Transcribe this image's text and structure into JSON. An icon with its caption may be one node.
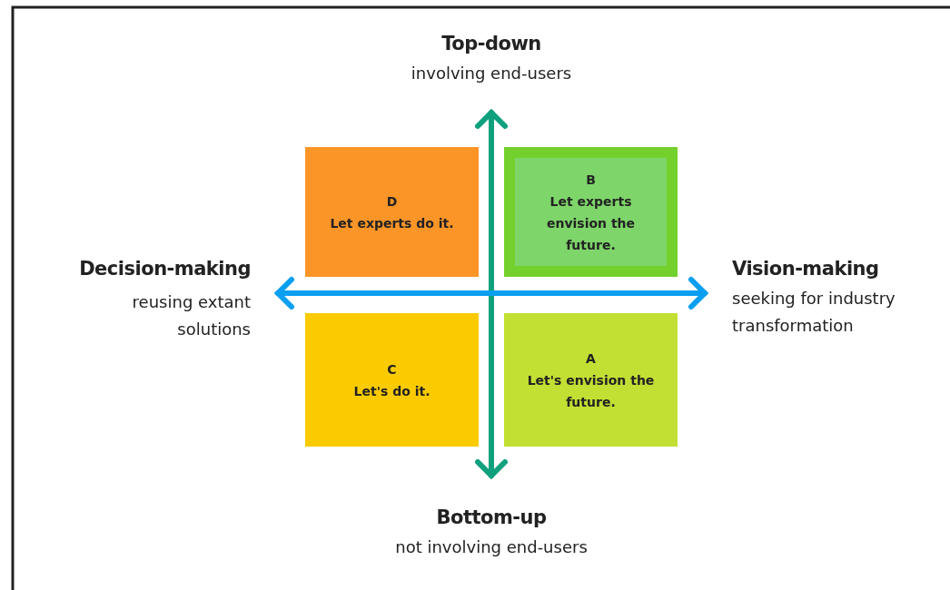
{
  "diagram": {
    "nodes": [
      {
        "text": [
          "D",
          "Let experts do it."
        ]
      },
      {
        "text": [
          "B",
          "Let experts envision the future."
        ]
      },
      {
        "text": [
          "C",
          "Let's do it."
        ]
      },
      {
        "text": [
          "A",
          "Let's envision the future."
        ]
      }
    ],
    "labels": [
      "Top-down",
      "involving end-users",
      "Decision-making",
      "reusing extant solutions",
      "Vision-making",
      "seeking for industry transformation",
      "Bottom-up",
      "not involving end-users"
    ]
  }
}
